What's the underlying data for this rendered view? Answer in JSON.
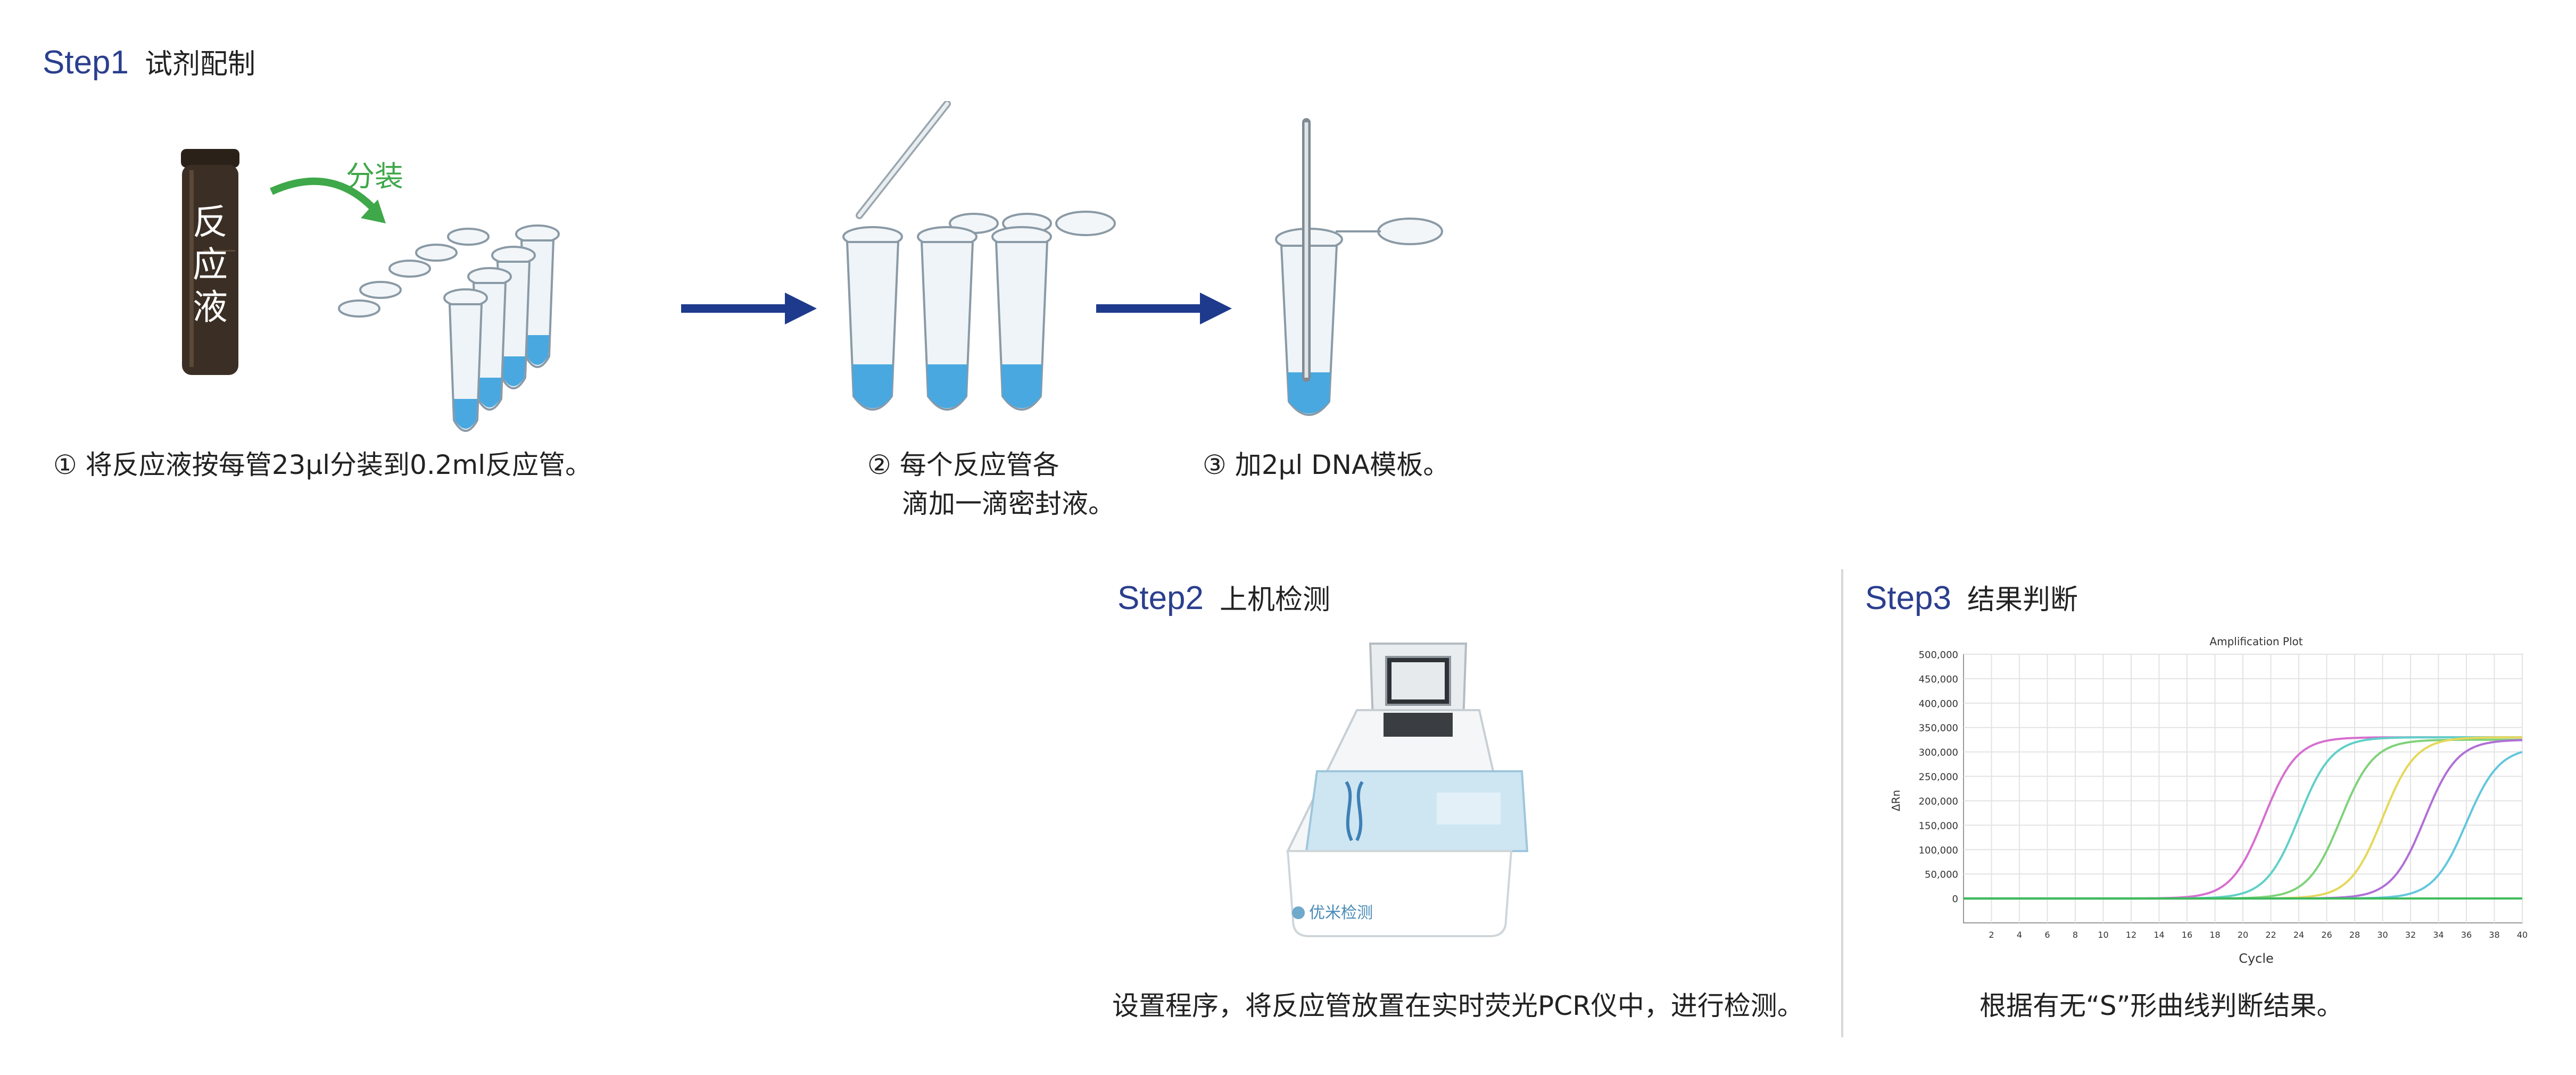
{
  "colors": {
    "accent": "#2b3f8e",
    "arrow": "#1e3a8c",
    "green": "#3fa84a",
    "liquid": "#4aa8e0",
    "vial": "#3b2f25"
  },
  "step1": {
    "label": "Step1",
    "title": "试剂配制",
    "vial_text": [
      "反",
      "应",
      "液"
    ],
    "dispense_label": "分装",
    "caption1": "① 将反应液按每管23μl分装到0.2ml反应管。",
    "caption2_line1": "② 每个反应管各",
    "caption2_line2": "滴加一滴密封液。",
    "caption3": "③ 加2μl DNA模板。"
  },
  "step2": {
    "label": "Step2",
    "title": "上机检测",
    "device_logo": "优米检测",
    "caption": "设置程序，将反应管放置在实时荧光PCR仪中，进行检测。"
  },
  "step3": {
    "label": "Step3",
    "title": "结果判断",
    "caption": "根据有无“S”形曲线判断结果。"
  },
  "chart_data": {
    "type": "line",
    "title": "Amplification Plot",
    "xlabel": "Cycle",
    "ylabel": "ΔRn",
    "xlim": [
      0,
      40
    ],
    "ylim": [
      -50000,
      500000
    ],
    "grid": true,
    "x_ticks": [
      "2",
      "4",
      "6",
      "8",
      "10",
      "12",
      "14",
      "16",
      "18",
      "20",
      "22",
      "24",
      "26",
      "28",
      "30",
      "32",
      "34",
      "36",
      "38",
      "40"
    ],
    "y_ticks": [
      "0",
      "50,000",
      "100,000",
      "150,000",
      "200,000",
      "250,000",
      "300,000",
      "350,000",
      "400,000",
      "450,000",
      "500,000"
    ],
    "series": [
      {
        "color": "#d66fcf",
        "plateau": 330000,
        "midpoint": 21.5,
        "slope": 0.85
      },
      {
        "color": "#5fd0c8",
        "plateau": 330000,
        "midpoint": 24,
        "slope": 0.85
      },
      {
        "color": "#7fd27a",
        "plateau": 325000,
        "midpoint": 27,
        "slope": 0.85
      },
      {
        "color": "#e5d85a",
        "plateau": 330000,
        "midpoint": 30,
        "slope": 0.85
      },
      {
        "color": "#b06fd6",
        "plateau": 325000,
        "midpoint": 33,
        "slope": 0.85
      },
      {
        "color": "#62c7dd",
        "plateau": 310000,
        "midpoint": 36,
        "slope": 0.85
      },
      {
        "color": "#3dbb5a",
        "plateau": 0,
        "midpoint": 0,
        "slope": 0
      }
    ]
  }
}
